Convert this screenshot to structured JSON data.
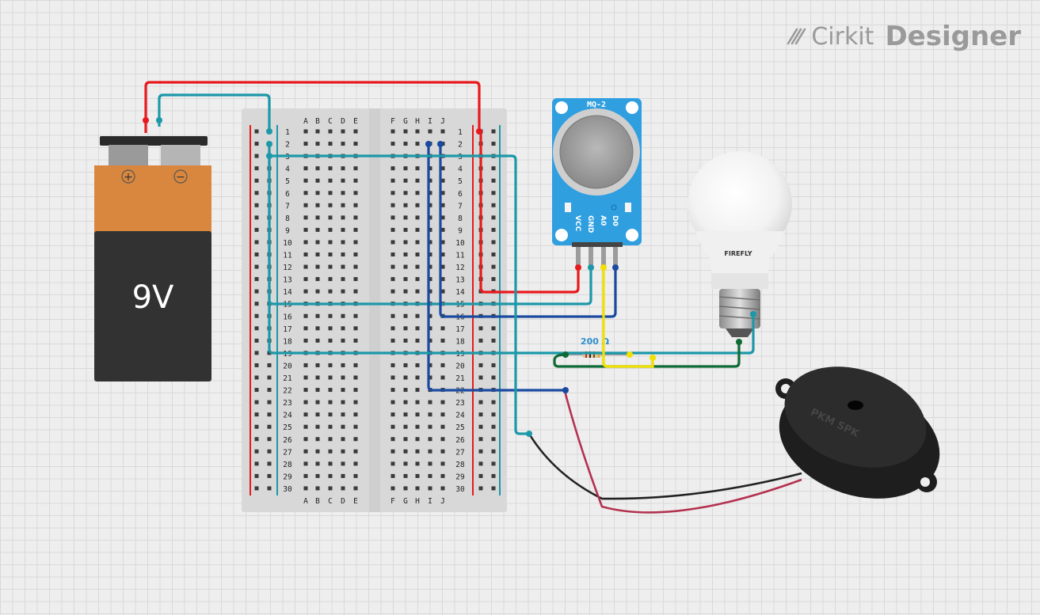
{
  "brand": {
    "name_light": "Cirkit",
    "name_bold": "Designer",
    "icon": "cirkit-logo-icon"
  },
  "battery": {
    "label": "9V",
    "plus": "+",
    "minus": "−"
  },
  "breadboard": {
    "letters_left": [
      "A",
      "B",
      "C",
      "D",
      "E"
    ],
    "letters_right": [
      "F",
      "G",
      "H",
      "I",
      "J"
    ],
    "rows": 30
  },
  "sensor": {
    "title": "MQ-2",
    "pins": [
      "VCC",
      "GND",
      "A0",
      "D0"
    ]
  },
  "resistor": {
    "label": "200 Ω"
  },
  "bulb": {
    "brand": "FIREFLY"
  },
  "buzzer": {
    "brand": "PKM SPK"
  },
  "colors": {
    "red": "#e8191d",
    "teal": "#1c98a8",
    "blue": "#1a4aa0",
    "yellow": "#f2e000",
    "green": "#0f6b35",
    "black": "#222222"
  }
}
